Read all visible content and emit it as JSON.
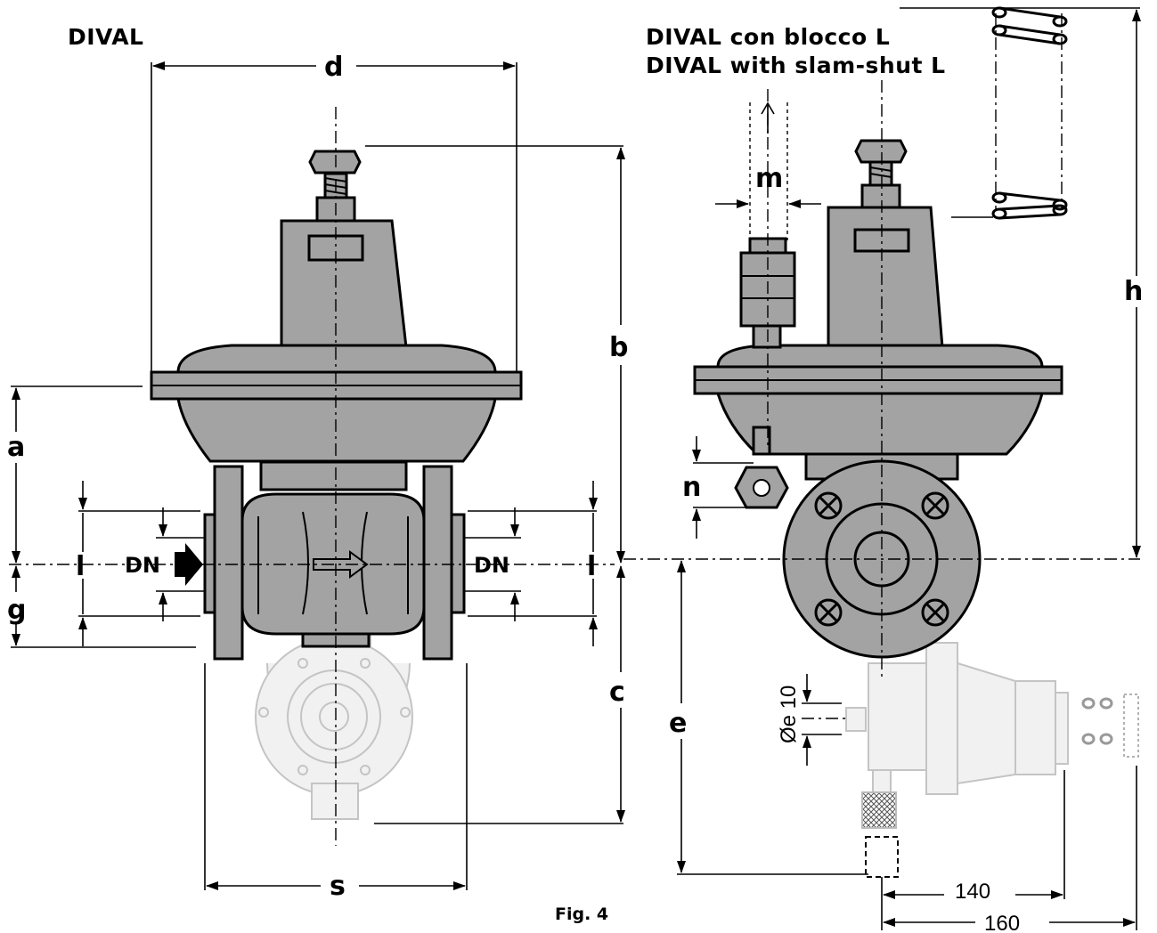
{
  "titles": {
    "left": "DIVAL",
    "right_line1": "DIVAL con blocco L",
    "right_line2": "DIVAL with slam-shut L"
  },
  "figure_caption": "Fig. 4",
  "dimension_labels": {
    "d": "d",
    "b": "b",
    "a": "a",
    "l_left": "l",
    "l_right": "l",
    "g": "g",
    "c": "c",
    "s": "s",
    "m": "m",
    "n": "n",
    "h": "h",
    "e": "e"
  },
  "flow_labels": {
    "inlet": "DN",
    "outlet": "DN"
  },
  "pilot_labels": {
    "diameter": "Øe 10",
    "dim_140": "140",
    "dim_160": "160"
  }
}
